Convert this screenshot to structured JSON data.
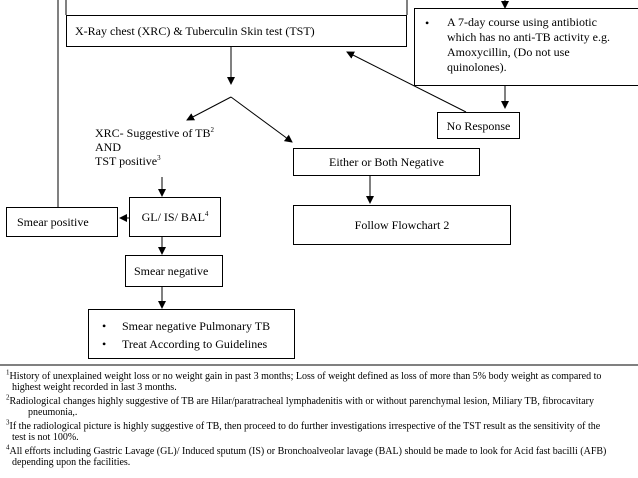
{
  "boxes": {
    "xrc_tst": "X-Ray chest (XRC) & Tuberculin  Skin test (TST)",
    "antibiotic": {
      "bullet": "•",
      "lines": [
        "A 7-day course using antibiotic",
        "which has no anti-TB activity e.g.",
        "Amoxycillin,  (Do not use",
        "quinolones)."
      ]
    },
    "no_response": "No Response",
    "xrc_suggestive": {
      "line1": "XRC- Suggestive of TB",
      "line1_sup": "2",
      "line2": "AND",
      "line3": "TST positive",
      "line3_sup": "3"
    },
    "either_negative": "Either or Both Negative",
    "smear_positive": "Smear positive",
    "gl_is_bal": {
      "text": "GL/ IS/ BAL",
      "sup": "4"
    },
    "follow_flowchart": "Follow Flowchart 2",
    "smear_negative": "Smear negative",
    "result": {
      "bullet": "•",
      "items": [
        "Smear negative Pulmonary TB",
        "Treat According to Guidelines"
      ]
    }
  },
  "footnotes": [
    {
      "num": "1",
      "lines": [
        "History of unexplained weight loss or no weight gain in past 3 months; Loss of weight defined as loss of    more than 5% body weight as compared to",
        "highest weight recorded in last 3 months."
      ]
    },
    {
      "num": "2",
      "lines": [
        "Radiological changes highly suggestive of TB are Hilar/paratracheal lymphadenitis with or without parenchymal lesion, Miliary TB, fibrocavitary",
        "pneumonia,."
      ]
    },
    {
      "num": "3",
      "lines": [
        "If the radiological picture is highly suggestive of TB,  then  proceed to do further  investigations irrespective of the TST result as the sensitivity of the",
        "test is not 100%."
      ]
    },
    {
      "num": "4",
      "lines": [
        "All efforts including Gastric Lavage (GL)/ Induced sputum (IS) or Bronchoalveolar lavage (BAL) should be made to look for Acid fast bacilli (AFB)",
        "depending upon the facilities."
      ]
    }
  ]
}
